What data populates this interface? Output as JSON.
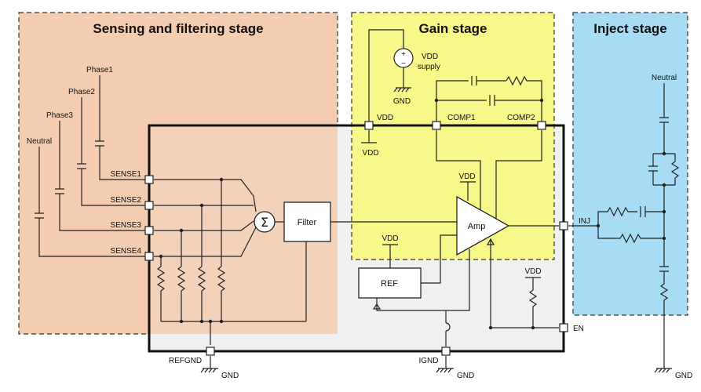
{
  "stages": {
    "sensing": {
      "title": "Sensing and filtering stage",
      "color": "#f4cdb0"
    },
    "gain": {
      "title": "Gain stage",
      "color": "#f7f78a"
    },
    "inject": {
      "title": "Inject stage",
      "color": "#a8dcf4"
    }
  },
  "inputs": {
    "phase1": "Phase1",
    "phase2": "Phase2",
    "phase3": "Phase3",
    "neutral": "Neutral"
  },
  "pins": {
    "sense1": "SENSE1",
    "sense2": "SENSE2",
    "sense3": "SENSE3",
    "sense4": "SENSE4",
    "refgnd": "REFGND",
    "ignd": "IGND",
    "vdd": "VDD",
    "comp1": "COMP1",
    "comp2": "COMP2",
    "inj": "INJ",
    "en": "EN"
  },
  "blocks": {
    "sum_symbol": "Σ",
    "filter": "Filter",
    "amp": "Amp",
    "ref": "REF"
  },
  "supply": {
    "vdd": "VDD",
    "supply": "supply",
    "plus": "+",
    "minus": "−"
  },
  "rails": {
    "gnd": "GND",
    "vdd": "VDD",
    "neutral": "Neutral"
  }
}
